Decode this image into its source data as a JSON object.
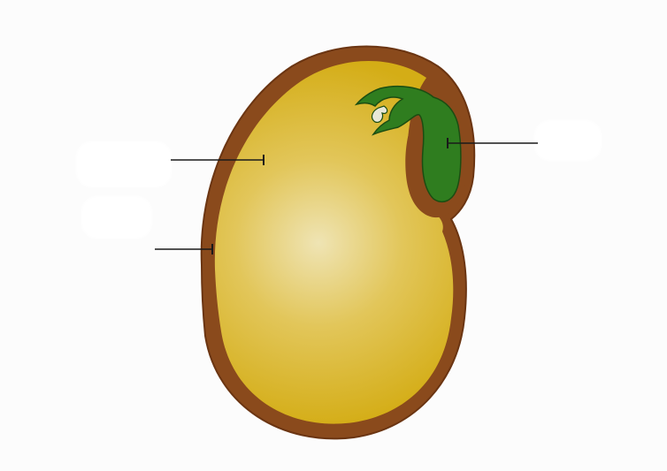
{
  "diagram": {
    "subject": "",
    "labels": [
      {
        "id": "cotyledon",
        "text": ""
      },
      {
        "id": "seed-coat",
        "text": ""
      },
      {
        "id": "embryo",
        "text": ""
      }
    ]
  },
  "colors": {
    "background": "#fcfcfc",
    "seed_coat": "#8a4a1c",
    "seed_coat_inner": "#7a3f16",
    "cotyledon_center": "#efe4b4",
    "cotyledon_edge": "#d4ad16",
    "embryo": "#2f7d1f",
    "embryo_outline": "#1b4d12",
    "leader_line": "#1a1a1a"
  }
}
